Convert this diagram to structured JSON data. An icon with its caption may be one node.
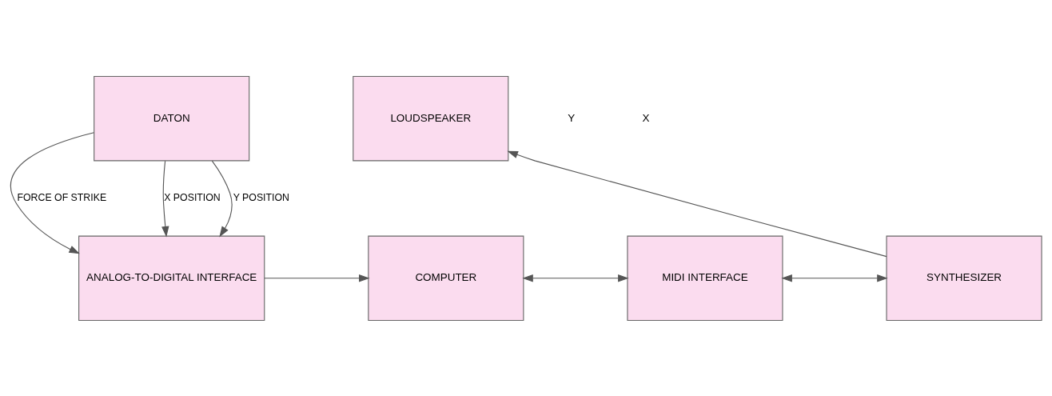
{
  "diagram": {
    "nodes": [
      {
        "text": [
          "DATON"
        ]
      },
      {
        "text": [
          "ANALOG-TO-DIGITAL INTERFACE"
        ]
      },
      {
        "text": [
          "COMPUTER"
        ]
      },
      {
        "text": [
          "MIDI INTERFACE"
        ]
      },
      {
        "text": [
          "SYNTHESIZER"
        ]
      },
      {
        "text": [
          "LOUDSPEAKER"
        ]
      }
    ],
    "edges": [
      {
        "from": 0,
        "to": 1,
        "arrow": "to",
        "label": "FORCE OF STRIKE"
      },
      {
        "from": 0,
        "to": 1,
        "arrow": "to",
        "label": "X POSITION"
      },
      {
        "from": 0,
        "to": 1,
        "arrow": "to",
        "label": "Y POSITION"
      },
      {
        "from": 1,
        "to": 2,
        "arrow": "to"
      },
      {
        "from": 2,
        "to": 3,
        "arrow": "both"
      },
      {
        "from": 3,
        "to": 4,
        "arrow": "both"
      },
      {
        "from": 4,
        "to": 5,
        "arrow": "to"
      }
    ],
    "labels": [
      "Y",
      "X"
    ]
  }
}
